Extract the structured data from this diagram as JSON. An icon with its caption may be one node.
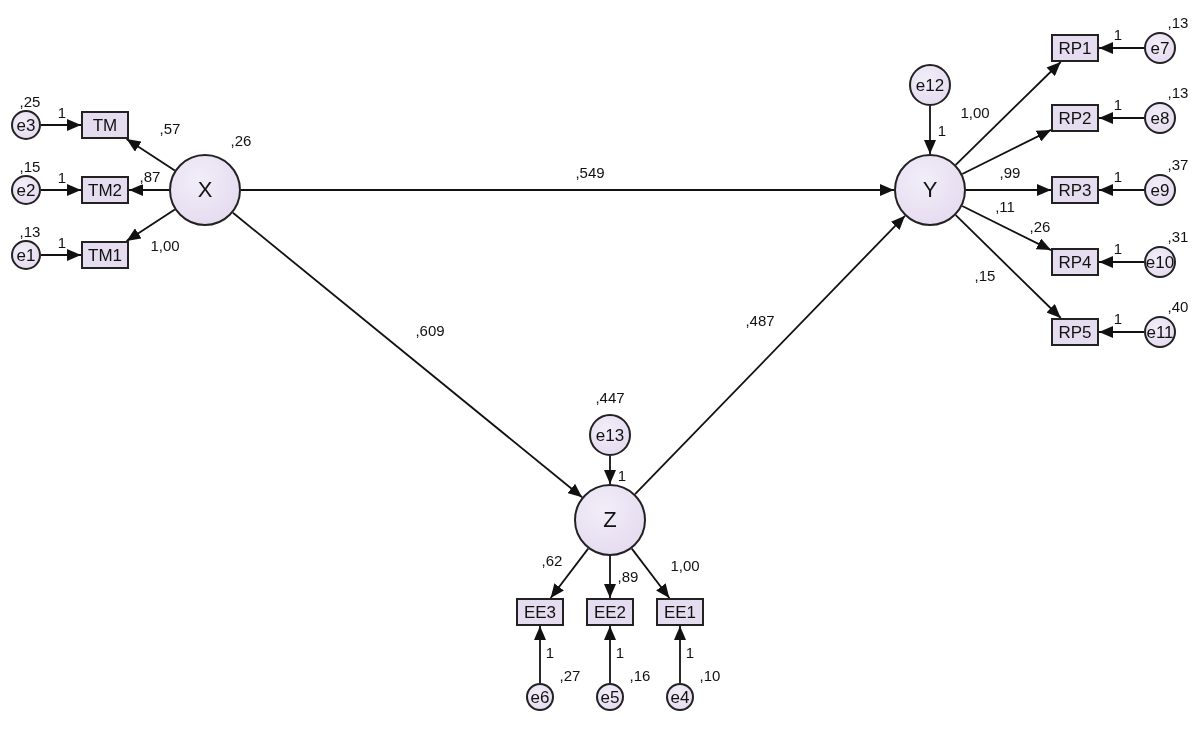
{
  "diagram": {
    "nodes": [
      {
        "text": [
          "e3"
        ],
        "beside": [
          ",25"
        ]
      },
      {
        "text": [
          "TM"
        ]
      },
      {
        "text": [
          "e2"
        ],
        "beside": [
          ",15"
        ]
      },
      {
        "text": [
          "TM2"
        ]
      },
      {
        "text": [
          "e1"
        ],
        "beside": [
          ",13"
        ]
      },
      {
        "text": [
          "TM1"
        ]
      },
      {
        "text": [
          "X"
        ],
        "beside": [
          ",26"
        ]
      },
      {
        "text": [
          "e12"
        ]
      },
      {
        "text": [
          "RP1"
        ]
      },
      {
        "text": [
          "e7"
        ],
        "beside": [
          ",13"
        ]
      },
      {
        "text": [
          "RP2"
        ]
      },
      {
        "text": [
          "e8"
        ],
        "beside": [
          ",13"
        ]
      },
      {
        "text": [
          "Y"
        ]
      },
      {
        "text": [
          "RP3"
        ]
      },
      {
        "text": [
          "e9"
        ],
        "beside": [
          ",37"
        ]
      },
      {
        "text": [
          "RP4"
        ]
      },
      {
        "text": [
          "e10"
        ],
        "beside": [
          ",31"
        ]
      },
      {
        "text": [
          "RP5"
        ]
      },
      {
        "text": [
          "e11"
        ],
        "beside": [
          ",40"
        ]
      },
      {
        "text": [
          "e13"
        ],
        "beside": [
          ",447"
        ]
      },
      {
        "text": [
          "Z"
        ]
      },
      {
        "text": [
          "EE3"
        ]
      },
      {
        "text": [
          "EE2"
        ]
      },
      {
        "text": [
          "EE1"
        ]
      },
      {
        "text": [
          "e6"
        ],
        "beside": [
          ",27"
        ]
      },
      {
        "text": [
          "e5"
        ],
        "beside": [
          ",16"
        ]
      },
      {
        "text": [
          "e4"
        ],
        "beside": [
          ",10"
        ]
      }
    ],
    "edges": [
      {
        "from": 0,
        "to": 1,
        "arrow": "to",
        "label": "1"
      },
      {
        "from": 2,
        "to": 3,
        "arrow": "to",
        "label": "1"
      },
      {
        "from": 4,
        "to": 5,
        "arrow": "to",
        "label": "1"
      },
      {
        "from": 6,
        "to": 1,
        "arrow": "to",
        "label": ",57"
      },
      {
        "from": 6,
        "to": 3,
        "arrow": "to",
        "label": ",87"
      },
      {
        "from": 6,
        "to": 5,
        "arrow": "to",
        "label": "1,00"
      },
      {
        "from": 6,
        "to": 12,
        "arrow": "to",
        "label": ",549"
      },
      {
        "from": 6,
        "to": 20,
        "arrow": "to",
        "label": ",609"
      },
      {
        "from": 20,
        "to": 12,
        "arrow": "to",
        "label": ",487"
      },
      {
        "from": 7,
        "to": 12,
        "arrow": "to",
        "label": "1"
      },
      {
        "from": 12,
        "to": 8,
        "arrow": "to",
        "label": "1,00"
      },
      {
        "from": 12,
        "to": 10,
        "arrow": "to",
        "label": ",99"
      },
      {
        "from": 12,
        "to": 13,
        "arrow": "to",
        "label": ",11"
      },
      {
        "from": 12,
        "to": 15,
        "arrow": "to",
        "label": ",26"
      },
      {
        "from": 12,
        "to": 17,
        "arrow": "to",
        "label": ",15"
      },
      {
        "from": 9,
        "to": 8,
        "arrow": "to",
        "label": "1"
      },
      {
        "from": 11,
        "to": 10,
        "arrow": "to",
        "label": "1"
      },
      {
        "from": 14,
        "to": 13,
        "arrow": "to",
        "label": "1"
      },
      {
        "from": 16,
        "to": 15,
        "arrow": "to",
        "label": "1"
      },
      {
        "from": 18,
        "to": 17,
        "arrow": "to",
        "label": "1"
      },
      {
        "from": 19,
        "to": 20,
        "arrow": "to",
        "label": "1"
      },
      {
        "from": 20,
        "to": 21,
        "arrow": "to",
        "label": ",62"
      },
      {
        "from": 20,
        "to": 22,
        "arrow": "to",
        "label": ",89"
      },
      {
        "from": 20,
        "to": 23,
        "arrow": "to",
        "label": "1,00"
      },
      {
        "from": 24,
        "to": 21,
        "arrow": "to",
        "label": "1"
      },
      {
        "from": 25,
        "to": 22,
        "arrow": "to",
        "label": "1"
      },
      {
        "from": 26,
        "to": 23,
        "arrow": "to",
        "label": "1"
      }
    ]
  }
}
